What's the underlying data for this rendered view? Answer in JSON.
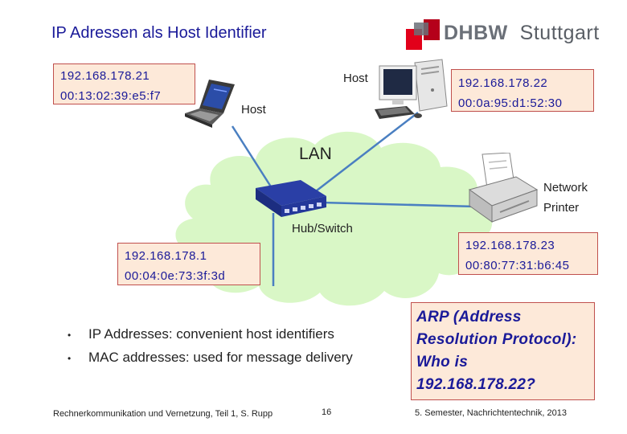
{
  "title": "IP Adressen als Host Identifier",
  "logo": {
    "brand": "DHBW",
    "city": "Stuttgart",
    "accent": "#e2001a"
  },
  "laptop": {
    "ip": "192.168.178.21",
    "mac": "00:13:02:39:e5:f7",
    "label": "Host"
  },
  "desktop": {
    "ip": "192.168.178.22",
    "mac": "00:0a:95:d1:52:30",
    "label": "Host"
  },
  "network_label": "LAN",
  "printer": {
    "ip": "192.168.178.23",
    "mac": "00:80:77:31:b6:45",
    "label_line1": "Network",
    "label_line2": "Printer"
  },
  "hub": {
    "label": "Hub/Switch"
  },
  "router": {
    "ip": "192.168.178.1",
    "mac": "00:04:0e:73:3f:3d"
  },
  "bullets": [
    "IP Addresses: convenient host identifiers",
    "MAC addresses: used for message delivery"
  ],
  "arp_note": "ARP (Address Resolution Protocol): Who is 192.168.178.22?",
  "footer": {
    "left": "Rechnerkommunikation und Vernetzung, Teil 1, S. Rupp",
    "page": "16",
    "right": "5. Semester, Nachrichtentechnik, 2013"
  },
  "colors": {
    "title": "#1a1a99",
    "link": "#4a7fc1",
    "cloud": "#d9f7c6",
    "box_fill": "#fde9d9",
    "box_border": "#c0504d"
  }
}
